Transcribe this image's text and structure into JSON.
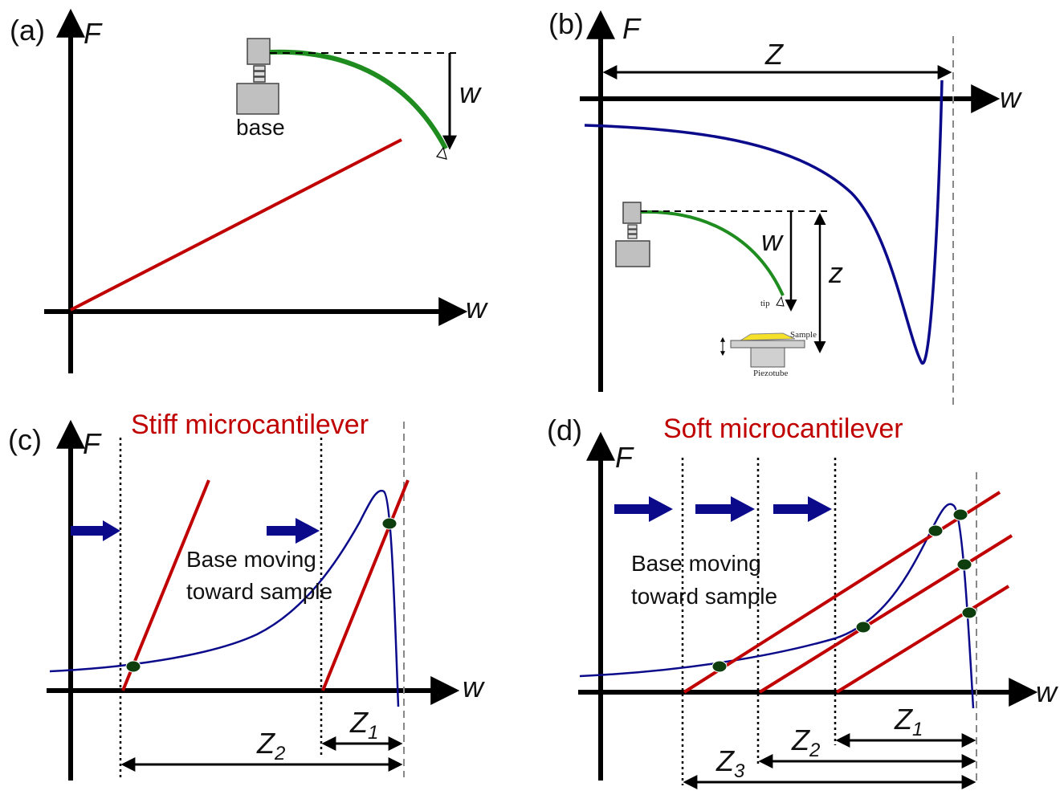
{
  "panels": {
    "a": {
      "label": "(a)",
      "y_axis": "F",
      "x_axis": "w",
      "base_label": "base",
      "defl_label": "w"
    },
    "b": {
      "label": "(b)",
      "y_axis": "F",
      "x_axis": "w",
      "Z_label": "Z",
      "w_label": "w",
      "z_label": "z",
      "tip_label": "tip",
      "sample_label": "Sample",
      "piezo_label": "Piezotube"
    },
    "c": {
      "label": "(c)",
      "title": "Stiff microcantilever",
      "y_axis": "F",
      "x_axis": "w",
      "text_line1": "Base moving",
      "text_line2": "toward sample",
      "z1": "Z",
      "z1_sub": "1",
      "z2": "Z",
      "z2_sub": "2"
    },
    "d": {
      "label": "(d)",
      "title": "Soft microcantilever",
      "y_axis": "F",
      "x_axis": "w",
      "text_line1": "Base moving",
      "text_line2": "toward sample",
      "z1": "Z",
      "z1_sub": "1",
      "z2": "Z",
      "z2_sub": "2",
      "z3": "Z",
      "z3_sub": "3"
    }
  },
  "colors": {
    "axis": "#000000",
    "force_line": "#c00000",
    "curve": "#0a0a8a",
    "cantilever": "#1e8c1e",
    "arrow": "#0a0a8a",
    "dot": "#0e3d0e",
    "dashed": "#888888",
    "block": "#c0c0c0",
    "sample": "#f5e02a"
  }
}
